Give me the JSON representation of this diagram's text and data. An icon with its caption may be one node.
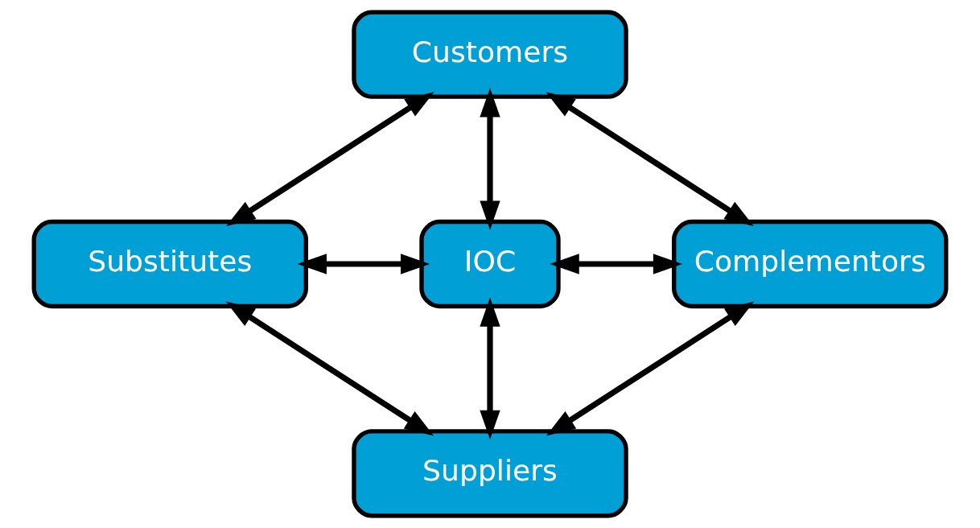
{
  "diagram": {
    "nodes": [
      {
        "text": [
          "Customers"
        ]
      },
      {
        "text": [
          "Substitutes"
        ]
      },
      {
        "text": [
          "IOC"
        ]
      },
      {
        "text": [
          "Complementors"
        ]
      },
      {
        "text": [
          "Suppliers"
        ]
      }
    ],
    "edges": [
      {
        "from": 0,
        "to": 1,
        "arrow": "both"
      },
      {
        "from": 0,
        "to": 2,
        "arrow": "both"
      },
      {
        "from": 0,
        "to": 3,
        "arrow": "both"
      },
      {
        "from": 1,
        "to": 2,
        "arrow": "both"
      },
      {
        "from": 2,
        "to": 3,
        "arrow": "both"
      },
      {
        "from": 1,
        "to": 4,
        "arrow": "both"
      },
      {
        "from": 2,
        "to": 4,
        "arrow": "both"
      },
      {
        "from": 3,
        "to": 4,
        "arrow": "both"
      }
    ]
  }
}
